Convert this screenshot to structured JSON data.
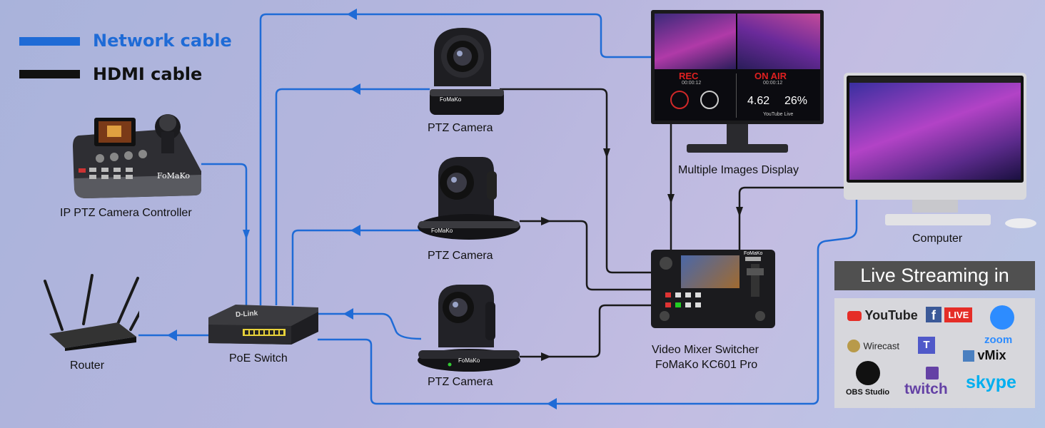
{
  "legend": {
    "network": {
      "label": "Network cable",
      "color": "#1f6bd6"
    },
    "hdmi": {
      "label": "HDMI cable",
      "color": "#111111"
    }
  },
  "devices": {
    "controller": {
      "label": "IP PTZ Camera Controller",
      "brand": "FoMaKo",
      "icon": "joystick-controller-icon"
    },
    "router": {
      "label": "Router",
      "icon": "router-icon"
    },
    "switch": {
      "label": "PoE Switch",
      "brand": "D-Link",
      "icon": "switch-icon"
    },
    "camera_top": {
      "label": "PTZ Camera",
      "brand": "FoMaKo",
      "icon": "ptz-camera-icon"
    },
    "camera_mid": {
      "label": "PTZ Camera",
      "brand": "FoMaKo",
      "icon": "ptz-camera-icon"
    },
    "camera_bot": {
      "label": "PTZ Camera",
      "brand": "FoMaKo",
      "icon": "ptz-camera-icon"
    },
    "monitor": {
      "label": "Multiple Images Display",
      "icon": "monitor-icon",
      "rec": "REC",
      "rec_time": "00:00:12",
      "on_air": "ON AIR",
      "air_time": "00:00:12",
      "stat1": "4.62",
      "stat2": "26%",
      "yt": "YouTube Live"
    },
    "computer": {
      "label": "Computer",
      "icon": "computer-icon"
    },
    "mixer": {
      "label_line1": "Video Mixer Switcher",
      "label_line2": "FoMaKo KC601 Pro",
      "brand": "FoMaKo",
      "icon": "video-mixer-icon"
    }
  },
  "streaming": {
    "title": "Live Streaming in",
    "logos": [
      "YouTube",
      "LIVE",
      "Wirecast",
      "zoom",
      "vMix",
      "OBS Studio",
      "twitch",
      "skype"
    ]
  }
}
